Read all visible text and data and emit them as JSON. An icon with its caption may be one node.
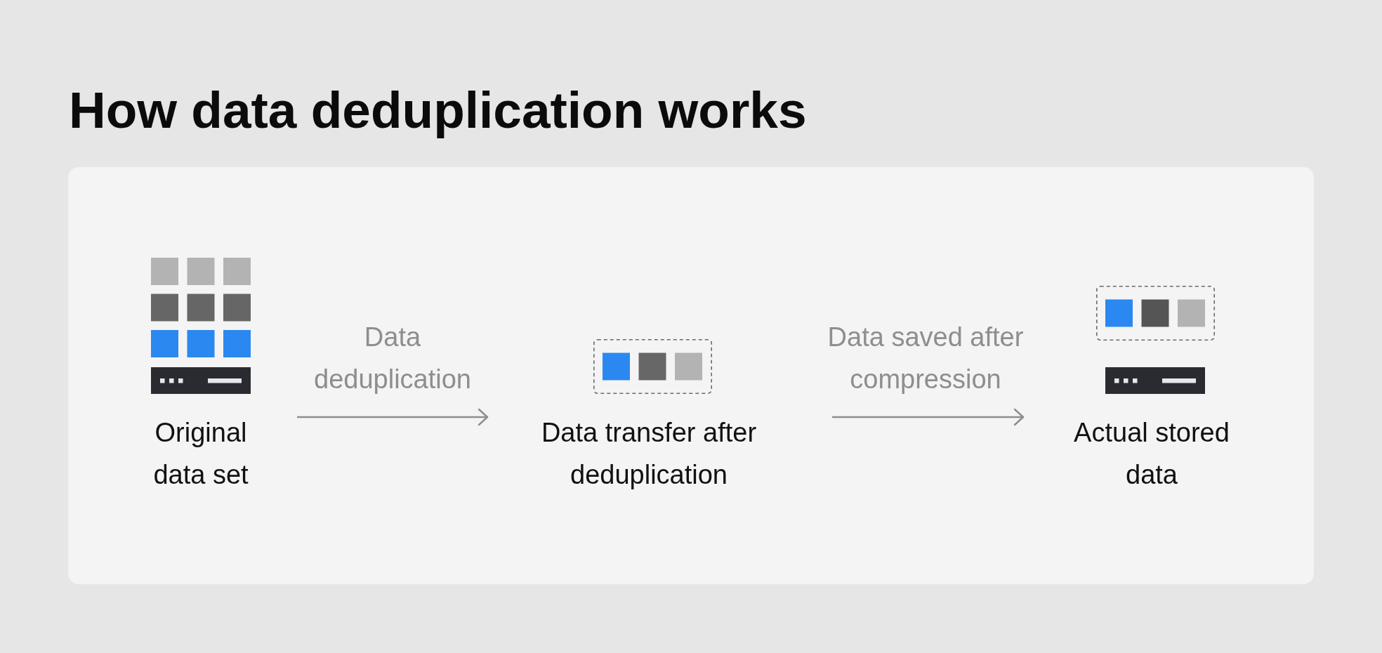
{
  "diagram": {
    "title": "How data deduplication works",
    "nodes": [
      {
        "text": [
          "Original data set"
        ]
      },
      {
        "text": [
          "Data transfer after deduplication"
        ]
      },
      {
        "text": [
          "Actual stored data"
        ]
      }
    ],
    "edges": [
      {
        "from": 0,
        "to": 1,
        "arrow": "to",
        "label": "Data deduplication"
      },
      {
        "from": 1,
        "to": 2,
        "arrow": "to",
        "label": "Data saved after compression"
      }
    ]
  }
}
